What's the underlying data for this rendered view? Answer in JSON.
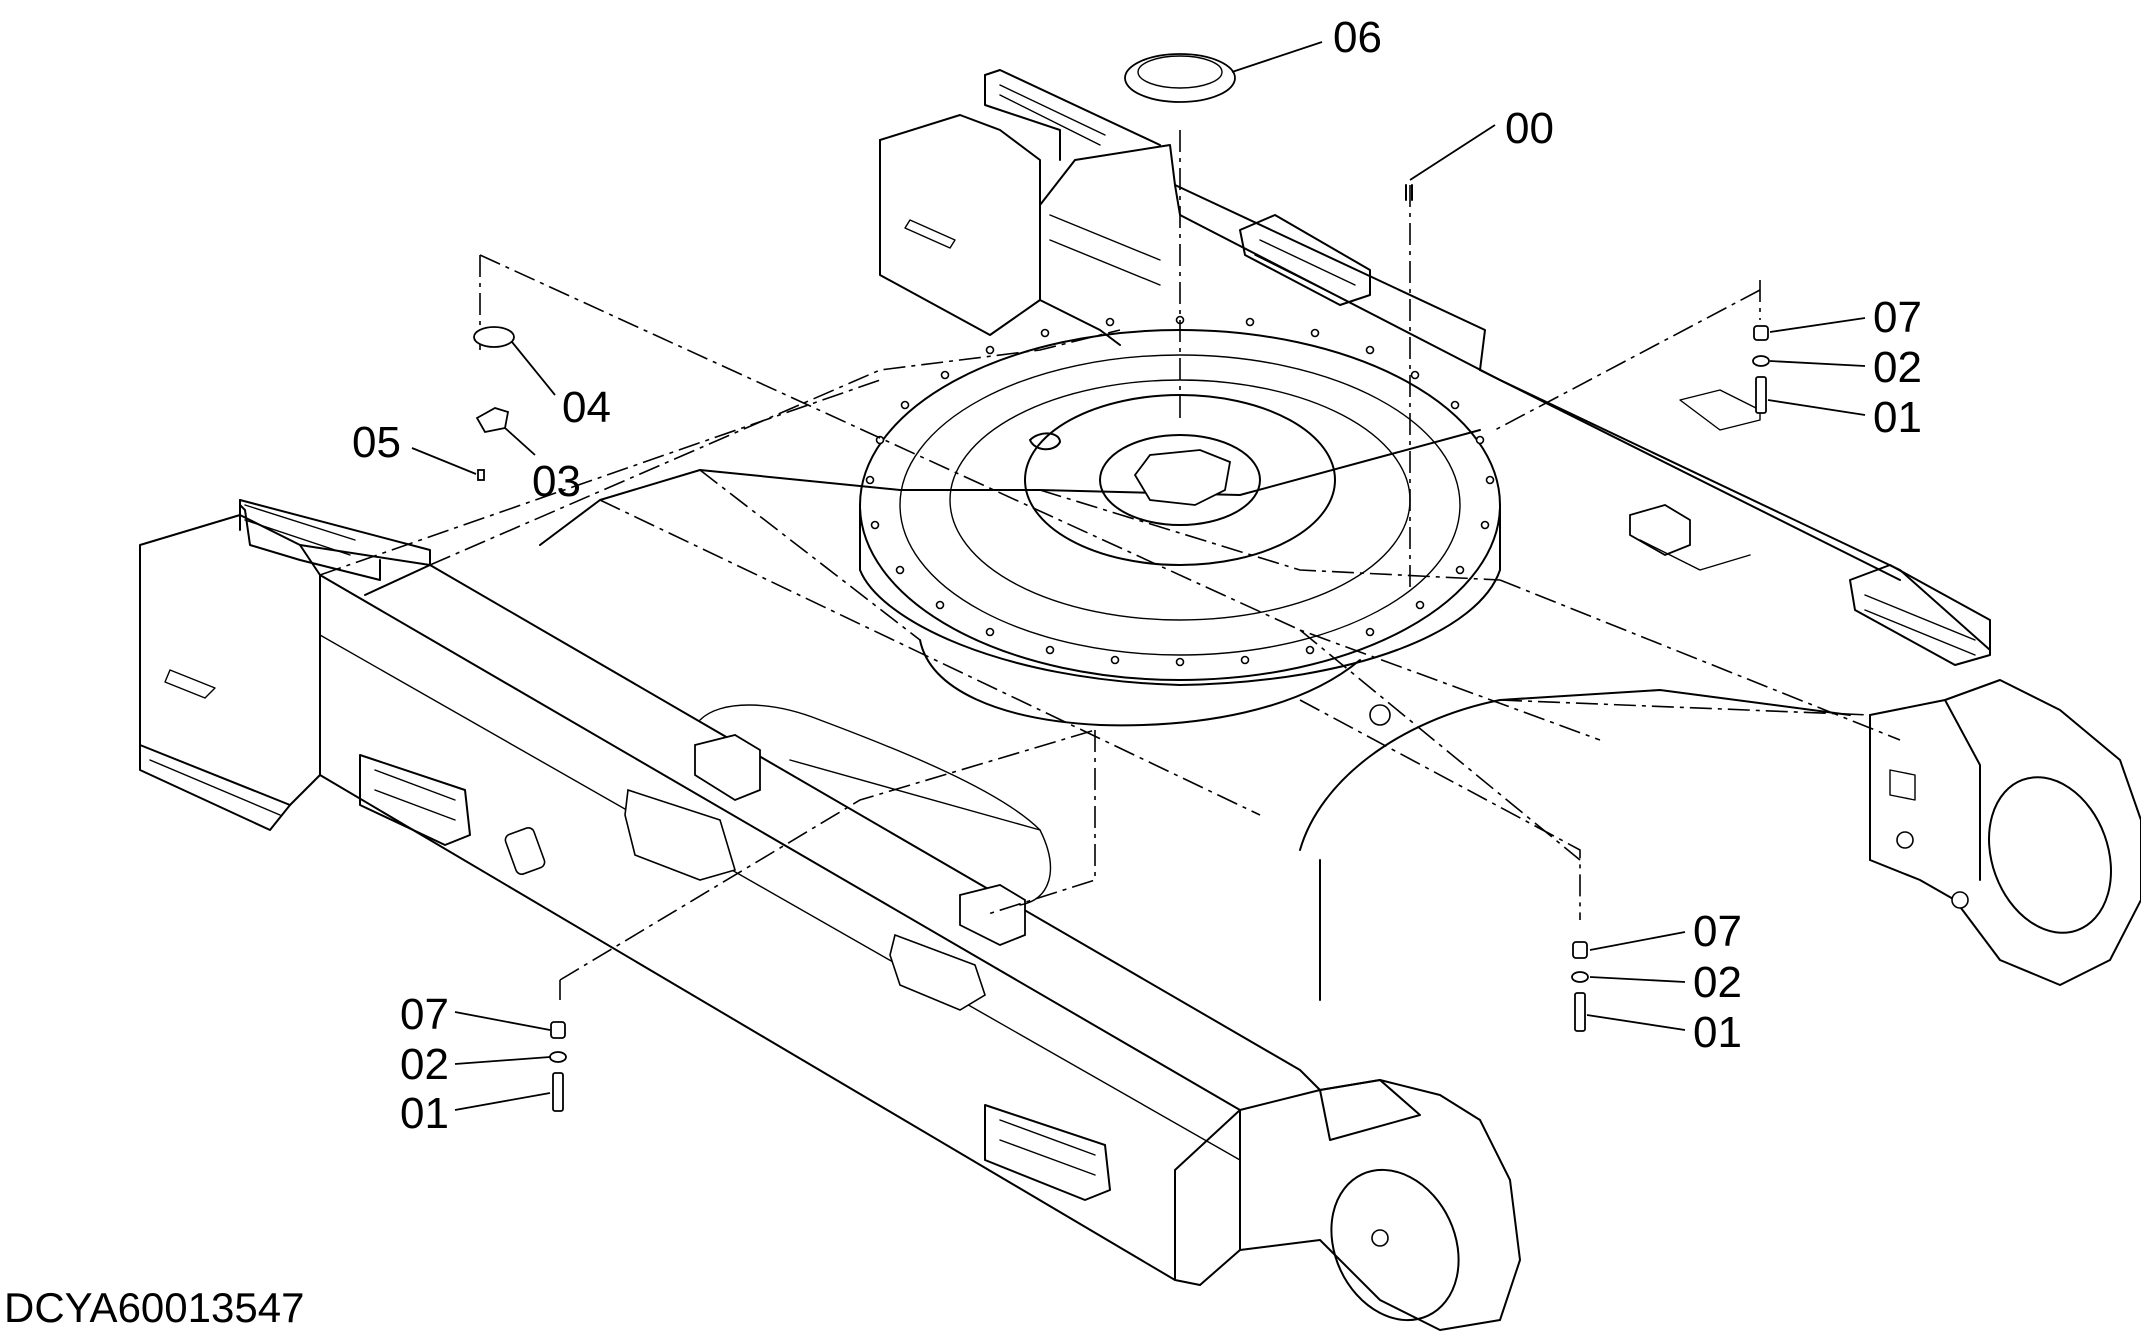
{
  "document_id": "DCYA60013547",
  "callouts": [
    {
      "id": "c06",
      "label": "06"
    },
    {
      "id": "c00",
      "label": "00"
    },
    {
      "id": "c07a",
      "label": "07"
    },
    {
      "id": "c02a",
      "label": "02"
    },
    {
      "id": "c01a",
      "label": "01"
    },
    {
      "id": "c04",
      "label": "04"
    },
    {
      "id": "c05",
      "label": "05"
    },
    {
      "id": "c03",
      "label": "03"
    },
    {
      "id": "c07b",
      "label": "07"
    },
    {
      "id": "c02b",
      "label": "02"
    },
    {
      "id": "c01b",
      "label": "01"
    },
    {
      "id": "c07c",
      "label": "07"
    },
    {
      "id": "c02c",
      "label": "02"
    },
    {
      "id": "c01c",
      "label": "01"
    }
  ]
}
